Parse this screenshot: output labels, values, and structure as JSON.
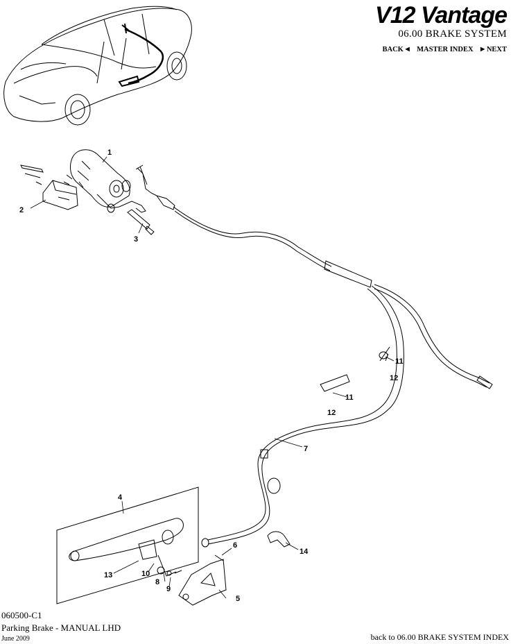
{
  "header": {
    "logo_text": "V12 Vantage",
    "section_title": "06.00 BRAKE SYSTEM",
    "nav": {
      "back": "BACK",
      "master": "MASTER INDEX",
      "next": "NEXT"
    }
  },
  "callouts": [
    "1",
    "2",
    "3",
    "4",
    "5",
    "6",
    "7",
    "8",
    "9",
    "10",
    "11",
    "12",
    "11",
    "12",
    "13",
    "14"
  ],
  "footer": {
    "code": "060500-C1",
    "title": "Parking Brake - MANUAL LHD",
    "date": "June 2009",
    "back_index": "back to 06.00 BRAKE SYSTEM INDEX"
  }
}
